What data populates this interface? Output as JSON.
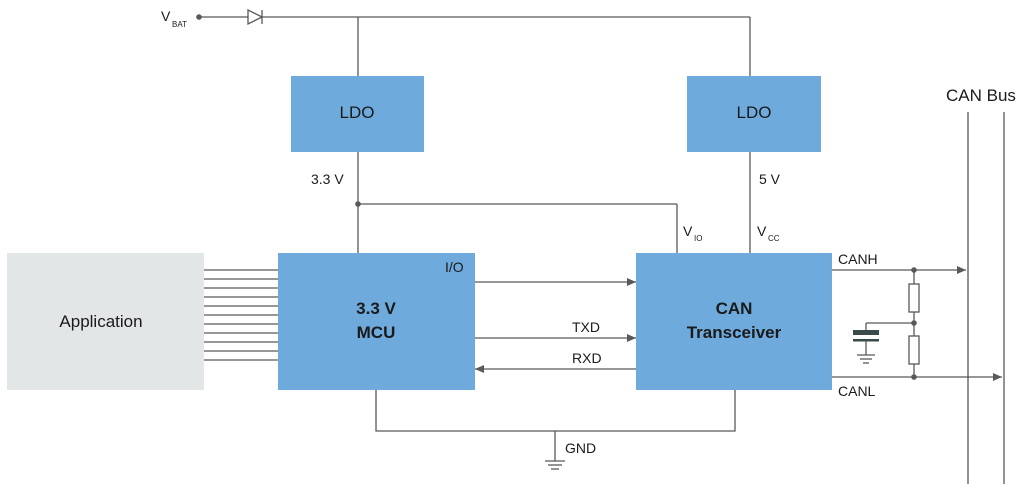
{
  "power": {
    "vbat_label": "V",
    "vbat_sub": "BAT"
  },
  "ldo_left": {
    "label": "LDO",
    "output": "3.3 V"
  },
  "ldo_right": {
    "label": "LDO",
    "output": "5 V"
  },
  "application": {
    "label": "Application"
  },
  "mcu": {
    "line1": "3.3 V",
    "line2": "MCU",
    "io_label": "I/O"
  },
  "transceiver": {
    "line1": "CAN",
    "line2": "Transceiver",
    "vio_label": "V",
    "vio_sub": "IO",
    "vcc_label": "V",
    "vcc_sub": "CC"
  },
  "signals": {
    "txd": "TXD",
    "rxd": "RXD",
    "canh": "CANH",
    "canl": "CANL",
    "gnd": "GND"
  },
  "bus": {
    "label": "CAN Bus"
  },
  "colors": {
    "block": "#6faadc",
    "application": "#e3e6e7",
    "wire": "#595959",
    "capacitor": "#3a4a4a"
  }
}
